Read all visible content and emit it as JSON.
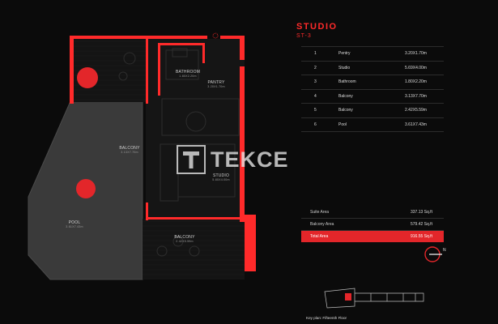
{
  "header": {
    "title": "STUDIO",
    "unit_code": "ST-3"
  },
  "rooms_table": [
    {
      "num": "1",
      "name": "Pentry",
      "size": "3.20X1.70m"
    },
    {
      "num": "2",
      "name": "Studio",
      "size": "5.69X4.00m"
    },
    {
      "num": "3",
      "name": "Bathroom",
      "size": "1.80X2.20m"
    },
    {
      "num": "4",
      "name": "Balcony",
      "size": "3.13X7.70m"
    },
    {
      "num": "5",
      "name": "Balcony",
      "size": "2.42X5.59m"
    },
    {
      "num": "6",
      "name": "Pool",
      "size": "3.61X7.43m"
    }
  ],
  "areas": {
    "suite": {
      "label": "Suite Area",
      "value": "337.13 Sq.ft"
    },
    "balcony": {
      "label": "Balcony Area",
      "value": "579.42 Sq.ft"
    },
    "total": {
      "label": "Total Area",
      "value": "916.55 Sq.ft"
    }
  },
  "plan_labels": {
    "bathroom": {
      "name": "BATHROOM",
      "dim": "1.80X2.20m"
    },
    "pantry": {
      "name": "PANTRY",
      "dim": "3.20X1.70m"
    },
    "balcony_left": {
      "name": "BALCONY",
      "dim": "3.13X7.70m"
    },
    "studio": {
      "name": "STUDIO",
      "dim": "5.80X4.00m"
    },
    "pool": {
      "name": "POOL",
      "dim": "3.61X7.43m"
    },
    "balcony_bottom": {
      "name": "BALCONY",
      "dim": "2.42X5.59m"
    }
  },
  "watermark": "TEKCE",
  "compass_letter": "N",
  "keyplan_label": "Key plan: Fifteenth Floor",
  "colors": {
    "accent": "#e3262a",
    "wall": "#ff2a2a",
    "background": "#0b0b0b"
  }
}
